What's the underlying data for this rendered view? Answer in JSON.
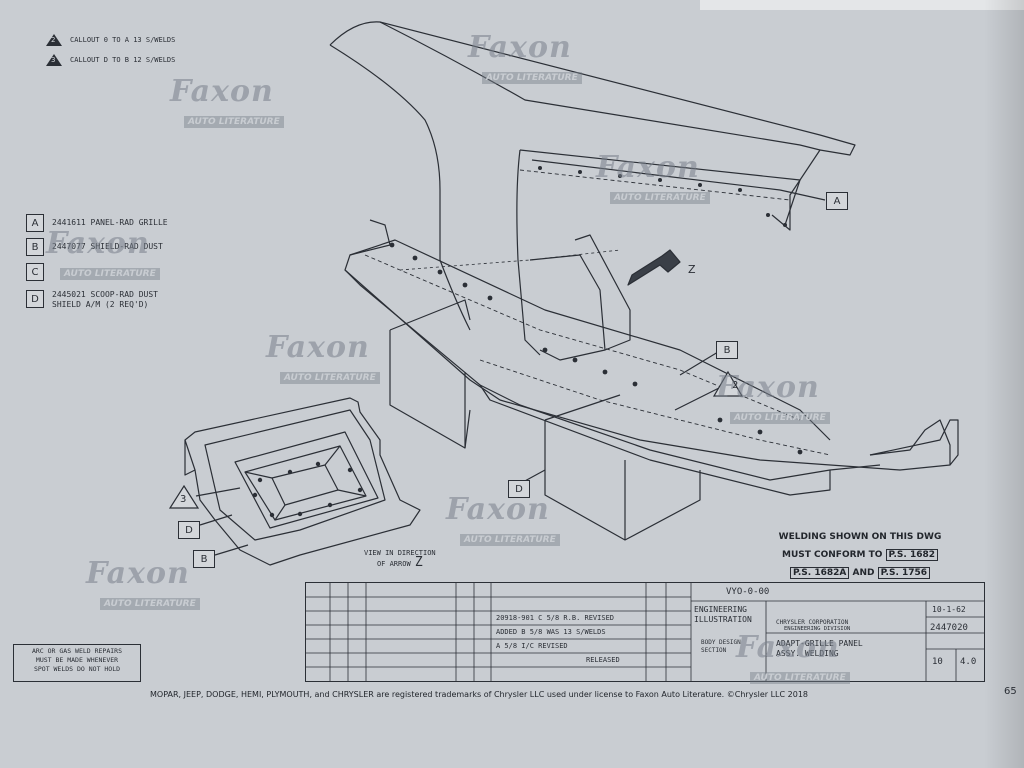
{
  "callout_notes": [
    {
      "num": "2",
      "text": "CALLOUT 0 TO A 13 S/WELDS"
    },
    {
      "num": "3",
      "text": "CALLOUT D TO B 12 S/WELDS"
    }
  ],
  "legend": [
    {
      "key": "A",
      "text": "2441611 PANEL-RAD GRILLE"
    },
    {
      "key": "B",
      "text": "2447077 SHIELD-RAD DUST"
    },
    {
      "key": "C",
      "text": ""
    },
    {
      "key": "D",
      "text": "2445021 SCOOP-RAD DUST\nSHIELD A/M (2 REQ'D)"
    }
  ],
  "callouts": {
    "A": "A",
    "B": "B",
    "D": "D",
    "B2": "B",
    "D2": "D",
    "tri2": "2",
    "tri3": "3"
  },
  "arrow_label": "Z",
  "view_label": {
    "line1": "VIEW IN DIRECTION",
    "line2": "OF ARROW",
    "letter": "Z"
  },
  "welding_note": {
    "line1": "WELDING SHOWN ON THIS DWG",
    "line2": "MUST CONFORM TO",
    "ps1": "P.S. 1682",
    "ps2": "P.S. 1682A",
    "and": "AND",
    "ps3": "P.S. 1756"
  },
  "arc_note": "ARC OR GAS WELD REPAIRS\nMUST BE MADE WHENEVER\nSPOT WELDS DO NOT HOLD",
  "watermark": {
    "brand": "Faxon",
    "sub": "AUTO LITERATURE"
  },
  "title_block": {
    "models": "VYO-0-00",
    "dept": "ENGINEERING\nILLUSTRATION",
    "section": "BODY DESIGN\nSECTION",
    "corp": "CHRYSLER CORPORATION",
    "division": "ENGINEERING DIVISION",
    "title": "ADAPT-GRILLE PANEL\nASSY. WELDING",
    "date": "10-1-62",
    "drawing_no": "2447020",
    "section_no": "10",
    "page": "4.0",
    "revisions": [
      {
        "text": "20918-901 C  5/8 R.B. REVISED"
      },
      {
        "text": "    ADDED        B  5/8 WAS 13 S/WELDS"
      },
      {
        "text": "              A  5/8 I/C REVISED"
      },
      {
        "text": "RELEASED"
      }
    ]
  },
  "footer": "MOPAR, JEEP, DODGE, HEMI, PLYMOUTH, and CHRYSLER are registered trademarks of Chrysler LLC used under license to Faxon Auto Literature. ©Chrysler LLC 2018",
  "page_number": "65"
}
